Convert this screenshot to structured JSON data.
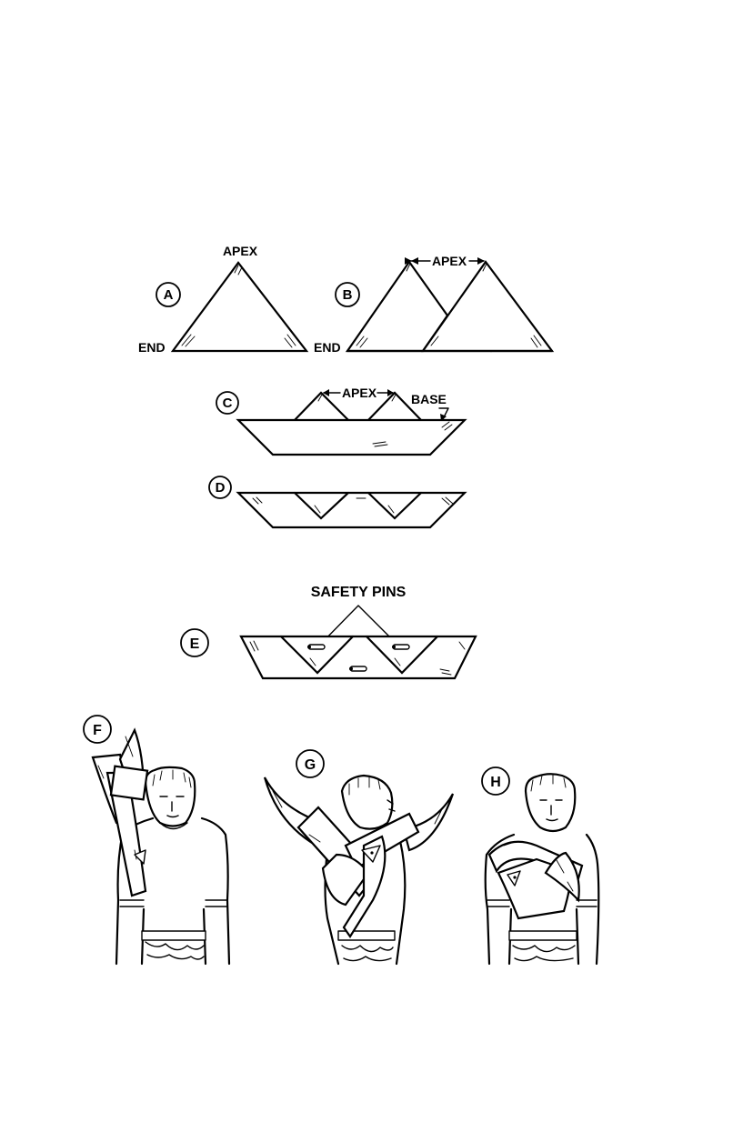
{
  "steps": {
    "a": {
      "letter": "A",
      "apex": "APEX",
      "end": "END"
    },
    "b": {
      "letter": "B",
      "apex": "APEX",
      "end": "END"
    },
    "c": {
      "letter": "C",
      "apex": "APEX",
      "base": "BASE"
    },
    "d": {
      "letter": "D"
    },
    "e": {
      "letter": "E",
      "pins": "SAFETY PINS"
    },
    "f": {
      "letter": "F"
    },
    "g": {
      "letter": "G"
    },
    "h": {
      "letter": "H"
    }
  }
}
